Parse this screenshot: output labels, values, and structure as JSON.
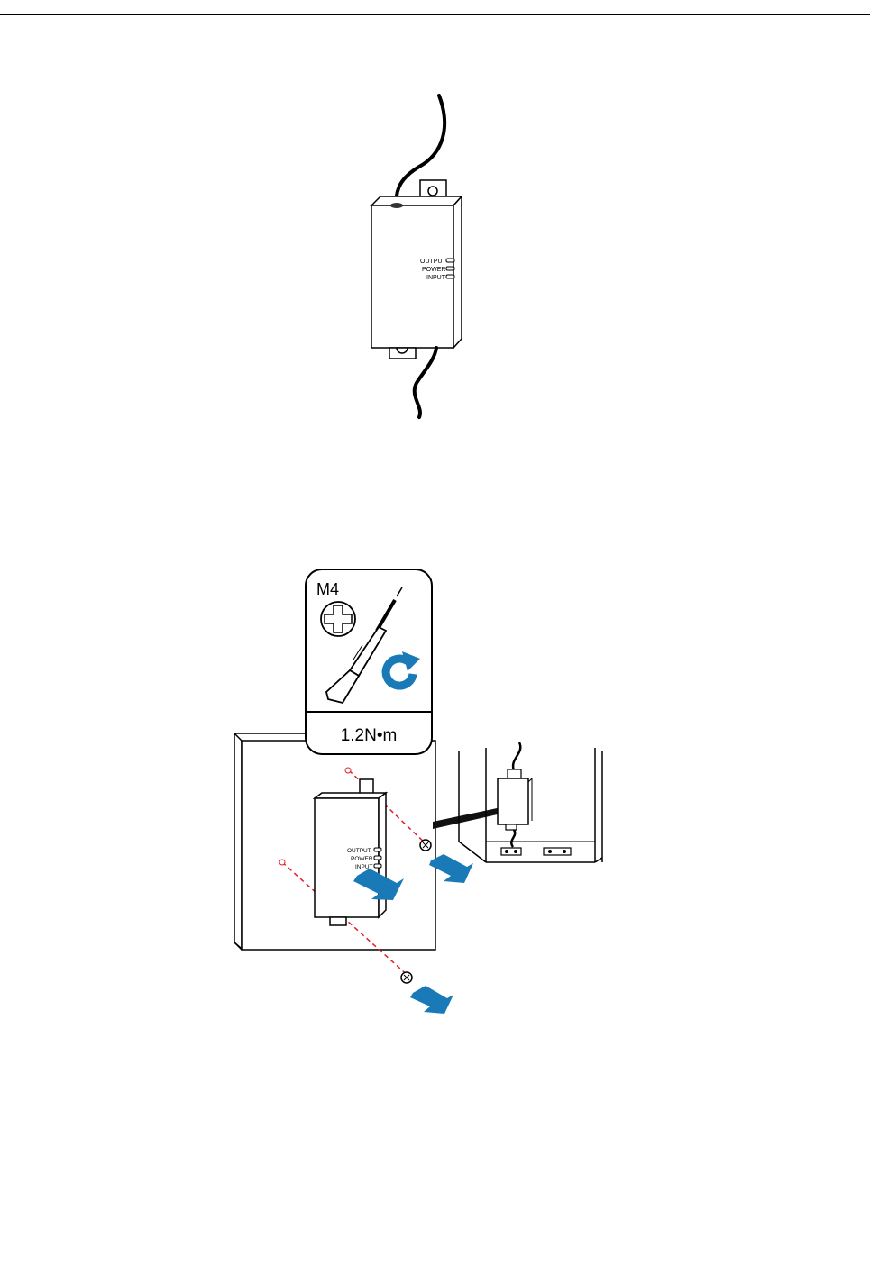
{
  "figure1": {
    "labels": {
      "output": "OUTPUT",
      "power": "POWER",
      "input": "INPUT"
    }
  },
  "figure2": {
    "screw_size": "M4",
    "torque": "1.2N•m",
    "labels": {
      "output": "OUTPUT",
      "power": "POWER",
      "input": "INPUT"
    },
    "colors": {
      "arrow": "#1a7ab8",
      "guide_line": "#e11e2c"
    }
  }
}
